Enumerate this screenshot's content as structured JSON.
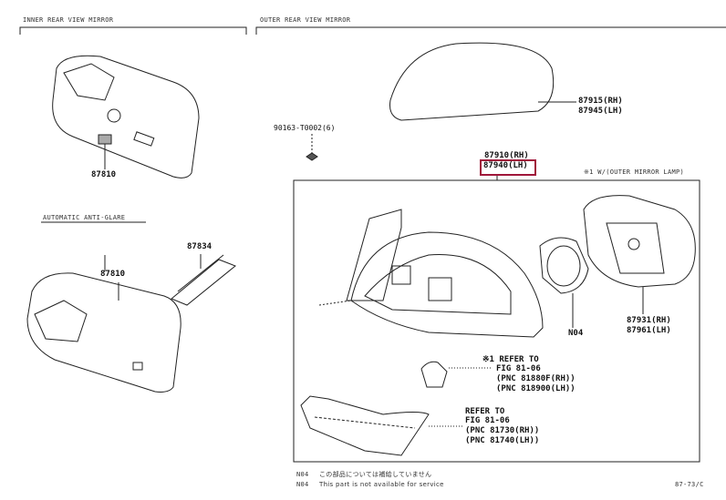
{
  "sections": {
    "inner": "INNER REAR VIEW MIRROR",
    "outer": "OUTER REAR VIEW MIRROR",
    "anti_glare": "AUTOMATIC ANTI-GLARE"
  },
  "parts": {
    "inner_mirror": "87810",
    "anti_glare_mirror": "87810",
    "bracket": "87834",
    "cover_rh": "87915(RH)",
    "cover_lh": "87945(LH)",
    "screw": "90163-T0002(6)",
    "outer_rh": "87910(RH)",
    "outer_lh": "87940(LH)",
    "lamp_note": "※1 W/(OUTER MIRROR LAMP)",
    "motor": "N04",
    "glass_rh": "87931(RH)",
    "glass_lh": "87961(LH)"
  },
  "refer1": [
    "※1 REFER TO",
    "FIG 81-06",
    "(PNC 81880F(RH))",
    "(PNC 818900(LH))"
  ],
  "refer2": [
    "REFER TO",
    "FIG 81-06",
    "(PNC 81730(RH))",
    "(PNC 81740(LH))"
  ],
  "footer": {
    "jp_code": "N04",
    "jp_text": "この部品については補給していません",
    "en_code": "N04",
    "en_text": "This part is not available for service",
    "page_code": "87-73/C"
  },
  "colors": {
    "highlight": "#a0173a"
  }
}
